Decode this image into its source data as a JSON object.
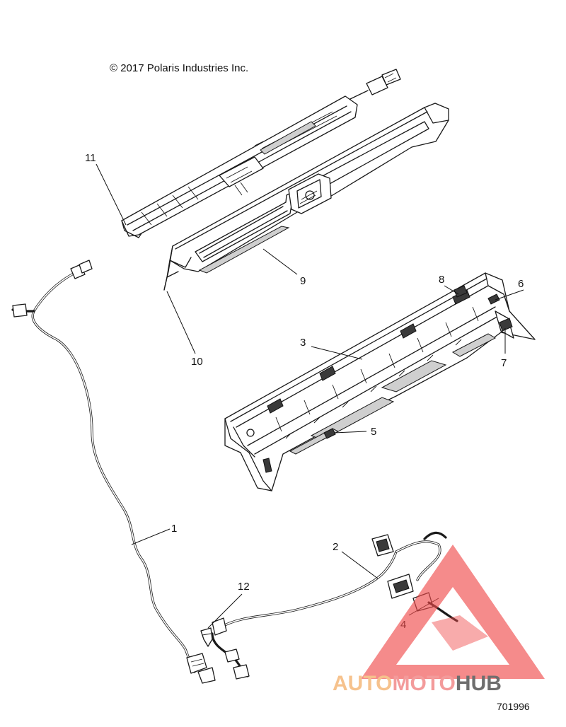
{
  "copyright": "© 2017 Polaris Industries Inc.",
  "part_number": "701996",
  "callouts": [
    "1",
    "2",
    "3",
    "4",
    "5",
    "6",
    "7",
    "8",
    "9",
    "10",
    "11",
    "12"
  ],
  "logo": {
    "part1": "AUTO",
    "part2": "MOTO",
    "part3": "HUB",
    "colors": {
      "auto": "#f5b87a",
      "moto": "#f28a8a",
      "hub": "#555555",
      "triangle": "#ef4a4a"
    }
  }
}
